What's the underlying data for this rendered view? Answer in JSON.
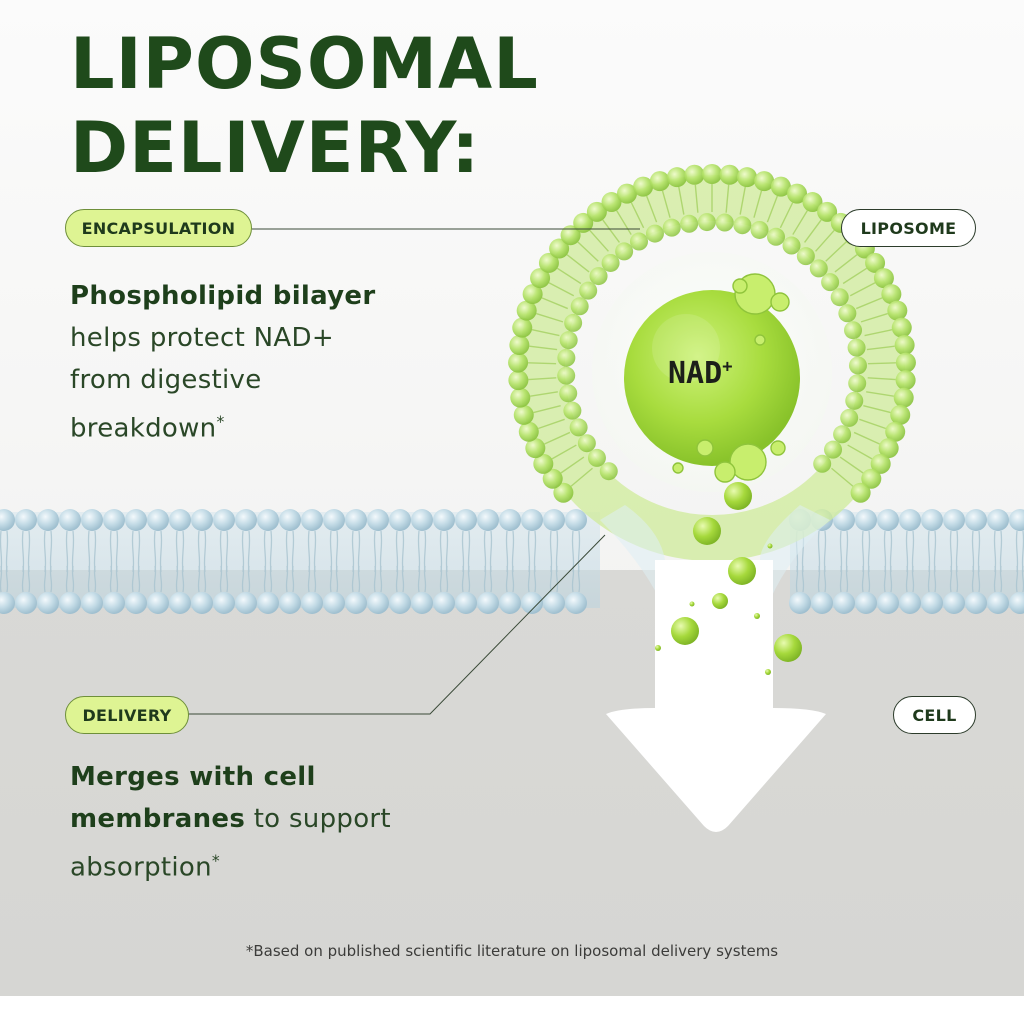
{
  "title": {
    "line1": "LIPOSOMAL",
    "line2": "DELIVERY:"
  },
  "labels": {
    "encapsulation": "ENCAPSULATION",
    "liposome": "LIPOSOME",
    "delivery": "DELIVERY",
    "cell": "CELL",
    "nad_base": "NAD",
    "nad_sup": "+"
  },
  "encapsulation_text": {
    "bold": "Phospholipid bilayer",
    "line2": "helps protect NAD+",
    "line3": "from digestive",
    "line4": "breakdown",
    "mark": "*"
  },
  "delivery_text": {
    "bold1": "Merges with cell",
    "bold2": "membranes",
    "rest2": " to support",
    "line3": "absorption",
    "mark": "*"
  },
  "footnote": "*Based on published scientific literature on liposomal delivery systems",
  "colors": {
    "title": "#1f4a1b",
    "pill_green": "#def493",
    "liposome_green": "#a6dc4a",
    "membrane_blue": "#b8d6e4",
    "cell_gray": "#d8d8d5"
  }
}
